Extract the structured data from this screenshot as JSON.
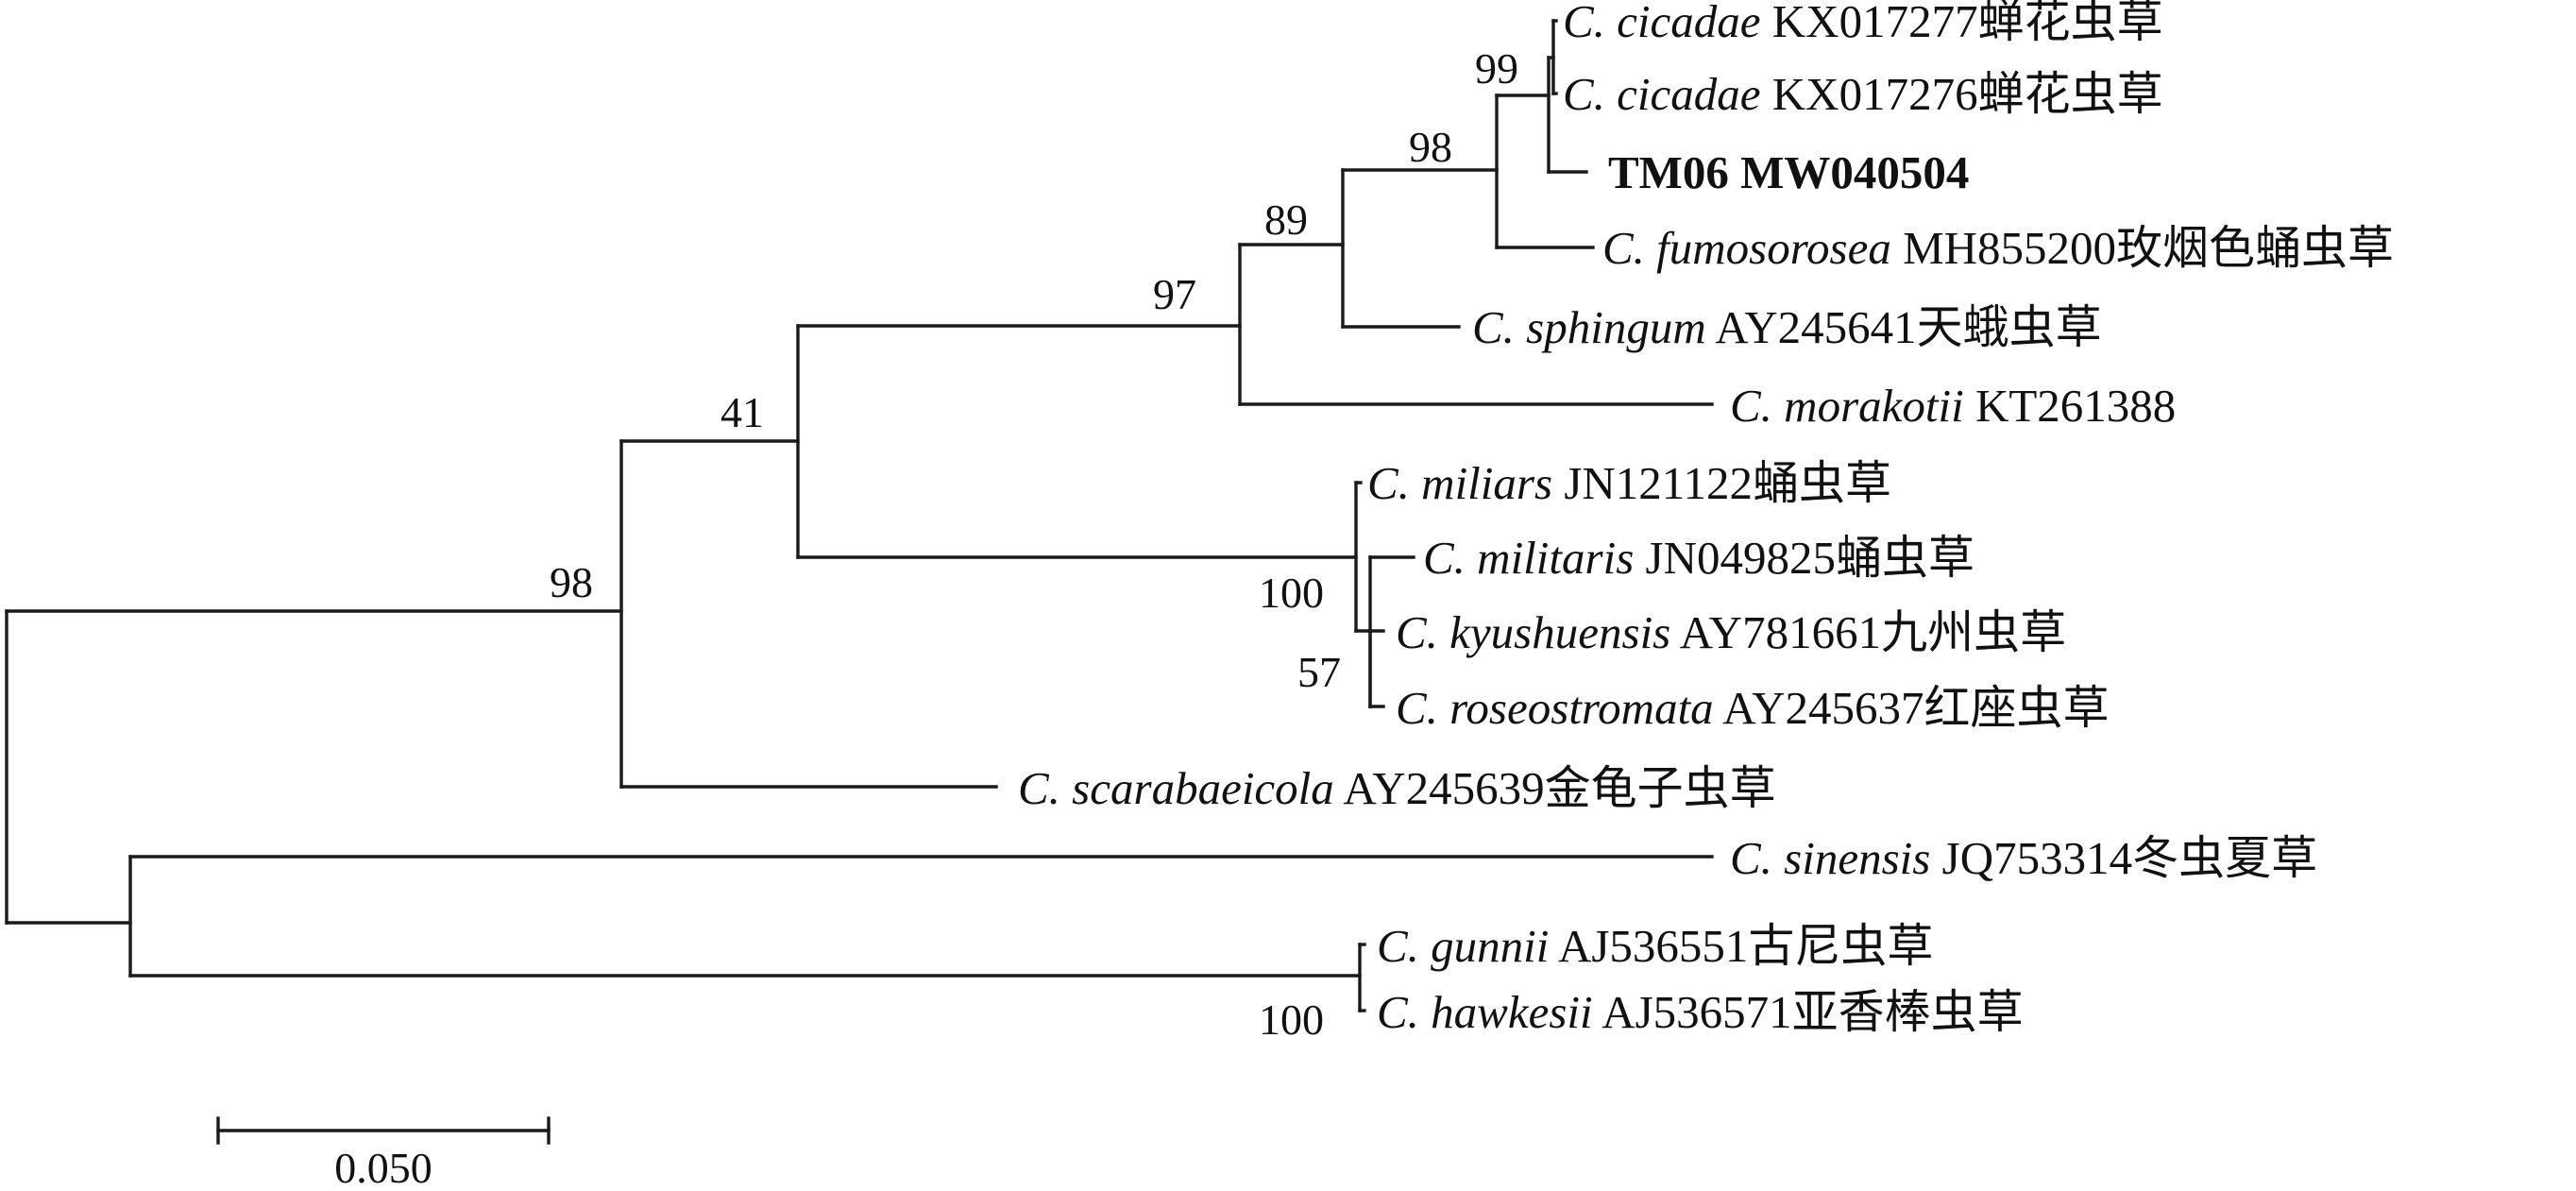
{
  "taxa": [
    {
      "id": "cicadae1",
      "species": "C. cicadae",
      "rest": " KX017277蝉花虫草",
      "highlight": false
    },
    {
      "id": "cicadae2",
      "species": "C. cicadae",
      "rest": " KX017276蝉花虫草",
      "highlight": false
    },
    {
      "id": "tm06",
      "species": "",
      "rest": "TM06 MW040504",
      "highlight": true
    },
    {
      "id": "fumosorosea",
      "species": "C. fumosorosea",
      "rest": " MH855200玫烟色蛹虫草",
      "highlight": false
    },
    {
      "id": "sphingum",
      "species": "C. sphingum",
      "rest": " AY245641天蛾虫草",
      "highlight": false
    },
    {
      "id": "morakotii",
      "species": "C. morakotii",
      "rest": " KT261388",
      "highlight": false
    },
    {
      "id": "miliars",
      "species": "C. miliars",
      "rest": " JN121122蛹虫草",
      "highlight": false
    },
    {
      "id": "militaris",
      "species": "C. militaris",
      "rest": " JN049825蛹虫草",
      "highlight": false
    },
    {
      "id": "kyushuensis",
      "species": "C. kyushuensis",
      "rest": " AY781661九州虫草",
      "highlight": false
    },
    {
      "id": "roseostromata",
      "species": "C. roseostromata",
      "rest": " AY245637红座虫草",
      "highlight": false
    },
    {
      "id": "scarabaeicola",
      "species": "C. scarabaeicola",
      "rest": " AY245639金龟子虫草",
      "highlight": false
    },
    {
      "id": "sinensis",
      "species": "C. sinensis",
      "rest": " JQ753314冬虫夏草",
      "highlight": false
    },
    {
      "id": "gunnii",
      "species": "C. gunnii",
      "rest": " AJ536551古尼虫草",
      "highlight": false
    },
    {
      "id": "hawkesii",
      "species": "C. hawkesii",
      "rest": " AJ536571亚香棒虫草",
      "highlight": false
    }
  ],
  "bootstrap": [
    {
      "id": "n-cicadae",
      "value": "99"
    },
    {
      "id": "n-tm06",
      "value": "98"
    },
    {
      "id": "n-fumosorosea",
      "value": "89"
    },
    {
      "id": "n-sphingum",
      "value": "97"
    },
    {
      "id": "n-morakotii",
      "value": "41"
    },
    {
      "id": "n-militaris",
      "value": "100"
    },
    {
      "id": "n-kyushuensis",
      "value": "57"
    },
    {
      "id": "n-scarabaeicola",
      "value": "98"
    },
    {
      "id": "n-gunnii",
      "value": "100"
    }
  ],
  "scale_bar": {
    "label": "0.050"
  }
}
